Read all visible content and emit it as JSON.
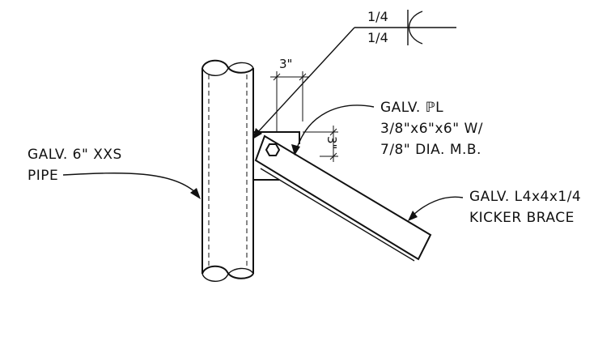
{
  "weld_symbol": {
    "top_size": "1/4",
    "bottom_size": "1/4"
  },
  "dimensions": {
    "horizontal": "3\"",
    "vertical": "3\""
  },
  "labels": {
    "plate": {
      "line1": "GALV. ℙL",
      "line2": "3/8\"x6\"x6\" W/",
      "line3": "7/8\" DIA. M.B."
    },
    "pipe": {
      "line1": "GALV. 6\" XXS",
      "line2": "PIPE"
    },
    "brace": {
      "line1": "GALV. L4x4x1/4",
      "line2": "KICKER BRACE"
    }
  }
}
